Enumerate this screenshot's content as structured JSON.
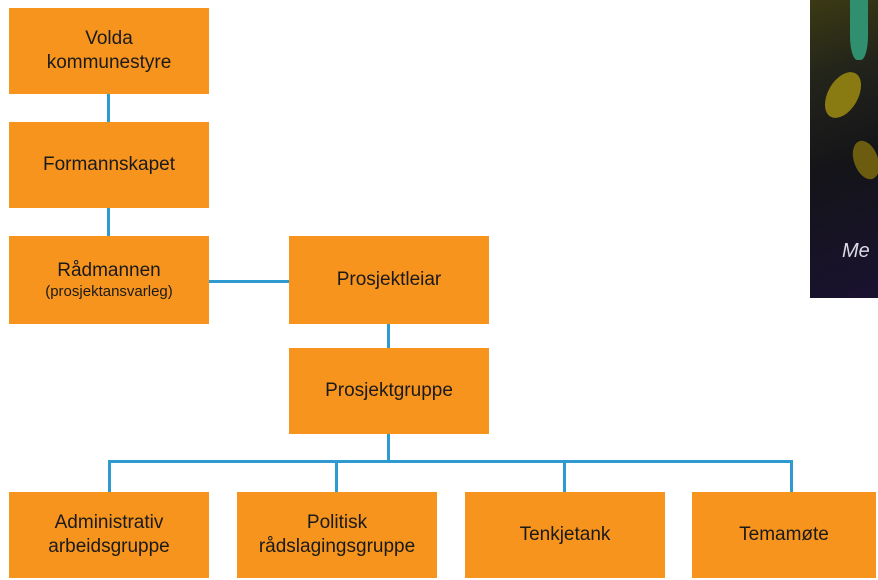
{
  "org_chart": {
    "level1": {
      "line1": "Volda",
      "line2": "kommunestyre"
    },
    "level2": {
      "label": "Formannskapet"
    },
    "level3": {
      "line1": "Rådmannen",
      "line2": "(prosjektansvarleg)"
    },
    "leader": {
      "label": "Prosjektleiar"
    },
    "group": {
      "label": "Prosjektgruppe"
    },
    "subgroups": [
      {
        "line1": "Administrativ",
        "line2": "arbeidsgruppe"
      },
      {
        "line1": "Politisk",
        "line2": "rådslagingsgruppe"
      },
      {
        "line1": "Tenkjetank",
        "line2": ""
      },
      {
        "line1": "Temamøte",
        "line2": ""
      }
    ]
  },
  "side_photo": {
    "caption": "Me"
  },
  "colors": {
    "box": "#F7941D",
    "connector": "#2E9ACF"
  }
}
